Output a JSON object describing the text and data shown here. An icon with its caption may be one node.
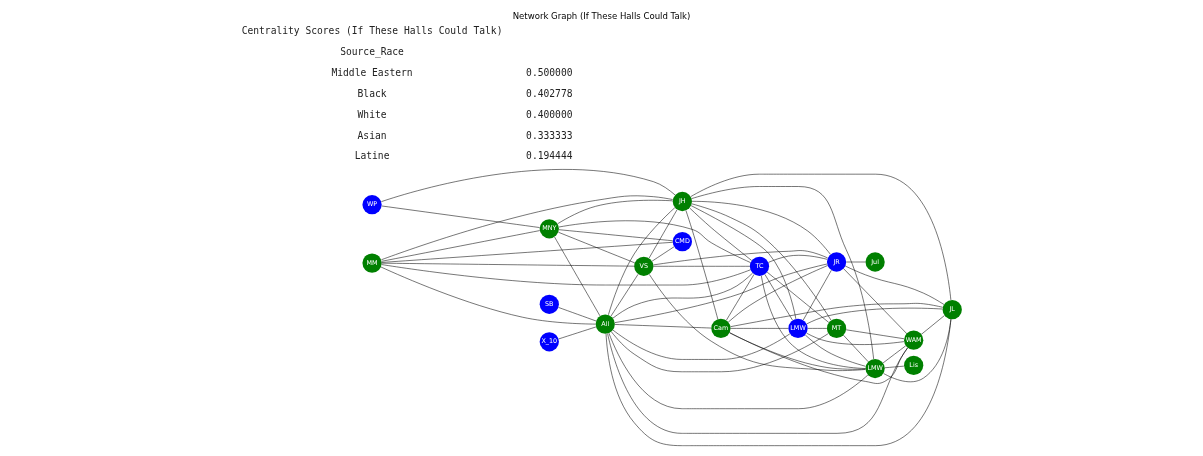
{
  "diagram": {
    "title": "Network Graph (If These Halls Could Talk)",
    "nodes": [
      {
        "text": [
          "WP"
        ]
      },
      {
        "text": [
          "X_10"
        ]
      },
      {
        "text": [
          "MM"
        ]
      },
      {
        "text": [
          "MNY"
        ]
      },
      {
        "text": [
          "CMD"
        ]
      },
      {
        "text": [
          "All"
        ]
      },
      {
        "text": [
          "VS"
        ]
      },
      {
        "text": [
          "JH"
        ]
      },
      {
        "text": [
          "Cam"
        ]
      },
      {
        "text": [
          "SB"
        ]
      },
      {
        "text": [
          "TC"
        ]
      },
      {
        "text": [
          "LMW"
        ]
      },
      {
        "text": [
          "JR"
        ]
      },
      {
        "text": [
          "MT"
        ]
      },
      {
        "text": [
          "LMW"
        ]
      },
      {
        "text": [
          "WAM"
        ]
      },
      {
        "text": [
          "Jul"
        ]
      },
      {
        "text": [
          "JL"
        ]
      },
      {
        "text": [
          "Lis"
        ]
      }
    ],
    "edges": [
      {
        "from": 0,
        "to": 3,
        "arrow": "none"
      },
      {
        "from": 0,
        "to": 7,
        "arrow": "none"
      },
      {
        "from": 1,
        "to": 5,
        "arrow": "none"
      },
      {
        "from": 9,
        "to": 5,
        "arrow": "none"
      },
      {
        "from": 12,
        "to": 16,
        "arrow": "none"
      },
      {
        "from": 14,
        "to": 18,
        "arrow": "none"
      },
      {
        "from": 2,
        "to": 3,
        "arrow": "none"
      },
      {
        "from": 2,
        "to": 5,
        "arrow": "none"
      },
      {
        "from": 2,
        "to": 6,
        "arrow": "none"
      },
      {
        "from": 2,
        "to": 7,
        "arrow": "none"
      },
      {
        "from": 2,
        "to": 4,
        "arrow": "none"
      },
      {
        "from": 2,
        "to": 10,
        "arrow": "none"
      },
      {
        "from": 3,
        "to": 5,
        "arrow": "none"
      },
      {
        "from": 3,
        "to": 6,
        "arrow": "none"
      },
      {
        "from": 3,
        "to": 4,
        "arrow": "none"
      },
      {
        "from": 3,
        "to": 7,
        "arrow": "none"
      },
      {
        "from": 3,
        "to": 10,
        "arrow": "none"
      },
      {
        "from": 5,
        "to": 6,
        "arrow": "none"
      },
      {
        "from": 5,
        "to": 7,
        "arrow": "none"
      },
      {
        "from": 5,
        "to": 8,
        "arrow": "none"
      },
      {
        "from": 5,
        "to": 10,
        "arrow": "none"
      },
      {
        "from": 5,
        "to": 11,
        "arrow": "none"
      },
      {
        "from": 5,
        "to": 12,
        "arrow": "none"
      },
      {
        "from": 5,
        "to": 13,
        "arrow": "none"
      },
      {
        "from": 5,
        "to": 14,
        "arrow": "none"
      },
      {
        "from": 5,
        "to": 15,
        "arrow": "none"
      },
      {
        "from": 5,
        "to": 17,
        "arrow": "none"
      },
      {
        "from": 6,
        "to": 7,
        "arrow": "none"
      },
      {
        "from": 6,
        "to": 4,
        "arrow": "none"
      },
      {
        "from": 6,
        "to": 10,
        "arrow": "none"
      },
      {
        "from": 6,
        "to": 14,
        "arrow": "none"
      },
      {
        "from": 6,
        "to": 12,
        "arrow": "none"
      },
      {
        "from": 7,
        "to": 8,
        "arrow": "none"
      },
      {
        "from": 7,
        "to": 10,
        "arrow": "none"
      },
      {
        "from": 7,
        "to": 11,
        "arrow": "none"
      },
      {
        "from": 7,
        "to": 12,
        "arrow": "none"
      },
      {
        "from": 7,
        "to": 14,
        "arrow": "none"
      },
      {
        "from": 7,
        "to": 17,
        "arrow": "none"
      },
      {
        "from": 8,
        "to": 10,
        "arrow": "none"
      },
      {
        "from": 8,
        "to": 11,
        "arrow": "none"
      },
      {
        "from": 8,
        "to": 12,
        "arrow": "none"
      },
      {
        "from": 8,
        "to": 17,
        "arrow": "none"
      },
      {
        "from": 8,
        "to": 15,
        "arrow": "none"
      },
      {
        "from": 8,
        "to": 14,
        "arrow": "none"
      },
      {
        "from": 10,
        "to": 11,
        "arrow": "none"
      },
      {
        "from": 10,
        "to": 13,
        "arrow": "none"
      },
      {
        "from": 10,
        "to": 14,
        "arrow": "none"
      },
      {
        "from": 10,
        "to": 12,
        "arrow": "none"
      },
      {
        "from": 11,
        "to": 12,
        "arrow": "none"
      },
      {
        "from": 11,
        "to": 13,
        "arrow": "none"
      },
      {
        "from": 11,
        "to": 15,
        "arrow": "none"
      },
      {
        "from": 11,
        "to": 14,
        "arrow": "none"
      },
      {
        "from": 11,
        "to": 17,
        "arrow": "none"
      },
      {
        "from": 12,
        "to": 15,
        "arrow": "none"
      },
      {
        "from": 12,
        "to": 17,
        "arrow": "none"
      },
      {
        "from": 13,
        "to": 14,
        "arrow": "none"
      },
      {
        "from": 13,
        "to": 7,
        "arrow": "none"
      },
      {
        "from": 13,
        "to": 15,
        "arrow": "none"
      },
      {
        "from": 14,
        "to": 15,
        "arrow": "none"
      },
      {
        "from": 14,
        "to": 17,
        "arrow": "none"
      },
      {
        "from": 15,
        "to": 17,
        "arrow": "none"
      }
    ],
    "labels": [
      "Centrality Scores (If These Halls Could Talk)",
      "Source_Race",
      "Middle Eastern",
      "0.500000",
      "Black",
      "0.402778",
      "White",
      "0.400000",
      "Asian",
      "0.333333",
      "Latine",
      "0.194444"
    ]
  }
}
